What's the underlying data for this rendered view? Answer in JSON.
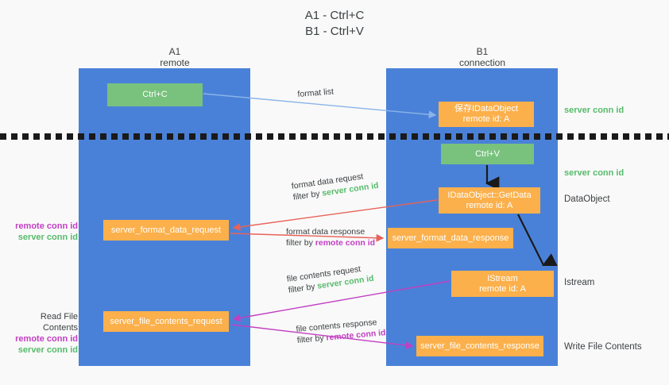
{
  "title": {
    "line1": "A1 - Ctrl+C",
    "line2": "B1 - Ctrl+V"
  },
  "columns": [
    {
      "id": "a1",
      "name": "A1",
      "role": "remote"
    },
    {
      "id": "b1",
      "name": "B1",
      "role": "connection"
    }
  ],
  "nodes": [
    {
      "id": "ctrl-c",
      "label": "Ctrl+C",
      "sub": "",
      "color": "#78c27d",
      "lane": "a1"
    },
    {
      "id": "save-idataobject",
      "label": "保存IDataObject",
      "sub": "remote id: A",
      "color": "#fbb04b",
      "lane": "b1"
    },
    {
      "id": "ctrl-v",
      "label": "Ctrl+V",
      "sub": "",
      "color": "#78c27d",
      "lane": "b1"
    },
    {
      "id": "idataobject-getdata",
      "label": "IDataObject::GetData",
      "sub": "remote id: A",
      "color": "#fbb04b",
      "lane": "b1"
    },
    {
      "id": "server-format-data-request",
      "label": "server_format_data_request",
      "sub": "",
      "color": "#fbb04b",
      "lane": "a1"
    },
    {
      "id": "server-format-data-response",
      "label": "server_format_data_response",
      "sub": "",
      "color": "#fbb04b",
      "lane": "b1"
    },
    {
      "id": "istream",
      "label": "IStream",
      "sub": "remote id: A",
      "color": "#fbb04b",
      "lane": "b1"
    },
    {
      "id": "server-file-contents-request",
      "label": "server_file_contents_request",
      "sub": "",
      "color": "#fbb04b",
      "lane": "a1"
    },
    {
      "id": "server-file-contents-response",
      "label": "server_file_contents_response",
      "sub": "",
      "color": "#fbb04b",
      "lane": "b1"
    }
  ],
  "flows": [
    {
      "id": "format-list",
      "line1": "format list",
      "filter_prefix": "",
      "filter_key": "",
      "arrow_color": "#8ab4e8"
    },
    {
      "id": "format-data-request",
      "line1": "format data request",
      "filter_prefix": "filter by ",
      "filter_key": "server conn id",
      "filter_key_color": "#57bb6b",
      "arrow_color": "#e8625a"
    },
    {
      "id": "format-data-response",
      "line1": "format data response",
      "filter_prefix": "filter by ",
      "filter_key": "remote conn id",
      "filter_key_color": "#c23fc2",
      "arrow_color": "#e8625a"
    },
    {
      "id": "file-contents-request",
      "line1": "file contents request",
      "filter_prefix": "filter by ",
      "filter_key": "server conn id",
      "filter_key_color": "#57bb6b",
      "arrow_color": "#c23fc2"
    },
    {
      "id": "file-contents-response",
      "line1": "file contents response",
      "filter_prefix": "filter by ",
      "filter_key": "remote conn id",
      "filter_key_color": "#c23fc2",
      "arrow_color": "#c23fc2"
    }
  ],
  "right_annotations": [
    {
      "id": "server-conn-id-1",
      "text": "server conn id",
      "color": "#57bb6b",
      "bold": true
    },
    {
      "id": "server-conn-id-2",
      "text": "server conn id",
      "color": "#57bb6b",
      "bold": true
    },
    {
      "id": "dataobject",
      "text": "DataObject",
      "color": "#3c4043",
      "bold": false
    },
    {
      "id": "istream",
      "text": "Istream",
      "color": "#3c4043",
      "bold": false
    },
    {
      "id": "write-file",
      "text": "Write File Contents",
      "color": "#3c4043",
      "bold": false
    }
  ],
  "left_annotations": [
    {
      "id": "format-data-ids",
      "header": "",
      "remote": "remote conn id",
      "server": "server conn id"
    },
    {
      "id": "read-file",
      "header": "Read File Contents",
      "remote": "remote conn id",
      "server": "server conn id"
    }
  ],
  "colors": {
    "background": "#f9f9f9",
    "lane_blue": "#4a81d8",
    "node_green": "#78c27d",
    "node_orange": "#fbb04b",
    "green_key": "#57bb6b",
    "pink_key": "#c23fc2",
    "red_arrow": "#e8625a",
    "blue_arrow": "#8ab4e8",
    "black_arrow": "#1a1a1a",
    "text": "#3c4043"
  }
}
